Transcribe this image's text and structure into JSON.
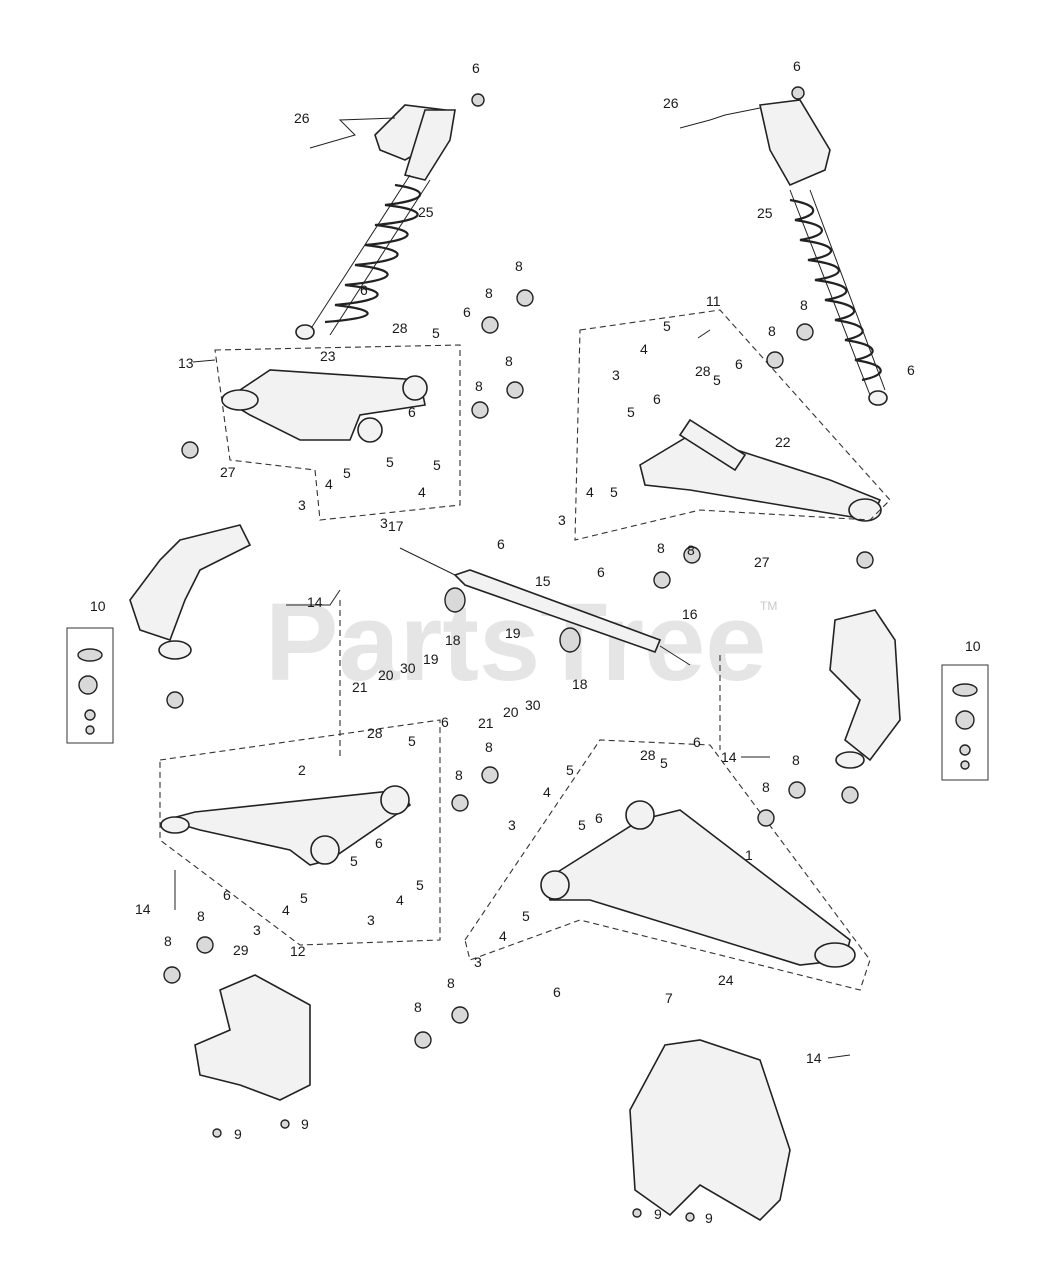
{
  "watermark": {
    "text": "PartsTree",
    "trademark": "TM"
  },
  "callouts": {
    "n1": "1",
    "n2": "2",
    "n3": "3",
    "n4": "4",
    "n5": "5",
    "n6": "6",
    "n7": "7",
    "n8": "8",
    "n9": "9",
    "n10": "10",
    "n11": "11",
    "n12": "12",
    "n13": "13",
    "n14": "14",
    "n15": "15",
    "n16": "16",
    "n17": "17",
    "n18": "18",
    "n19": "19",
    "n20": "20",
    "n21": "21",
    "n22": "22",
    "n23": "23",
    "n24": "24",
    "n25": "25",
    "n26": "26",
    "n27": "27",
    "n28": "28",
    "n29": "29",
    "n30": "30"
  },
  "colors": {
    "line": "#222222",
    "part_fill": "#f2f2f2",
    "watermark": "#d0d0d0"
  }
}
